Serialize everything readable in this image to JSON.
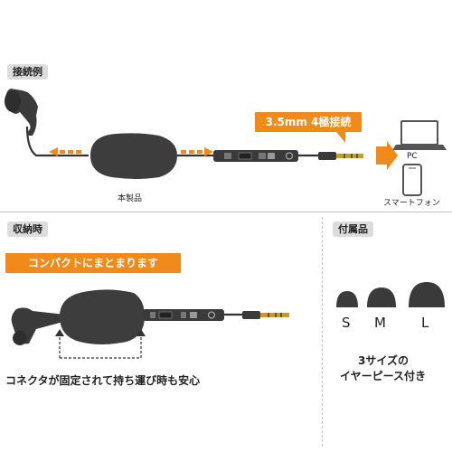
{
  "connection": {
    "tag": "接続例",
    "cable_label": "3.5mm 4極接続",
    "unit_label": "本製品",
    "pc_label": "PC",
    "phone_label": "スマートフォン"
  },
  "storage": {
    "tag": "収納時",
    "banner": "コンパクトにまとまります",
    "caption": "コネクタが固定されて持ち運び時も安心"
  },
  "accessories": {
    "tag": "付属品",
    "sizes": [
      "S",
      "M",
      "L"
    ],
    "caption_line1": "3サイズの",
    "caption_line2": "イヤーピース付き"
  },
  "colors": {
    "accent": "#f08a1a",
    "device": "#3d3d3d",
    "tag_bg": "#dcdcdc"
  }
}
